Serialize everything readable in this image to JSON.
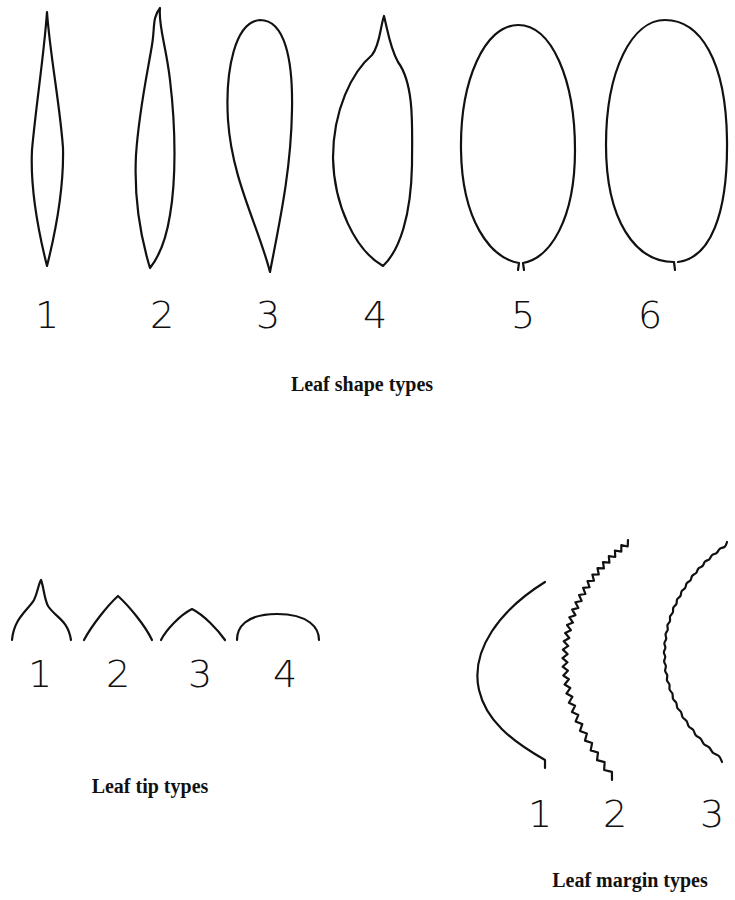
{
  "diagram": {
    "labels": [
      "1",
      "2",
      "3",
      "4",
      "5",
      "6",
      "Leaf shape types",
      "1",
      "2",
      "3",
      "4",
      "Leaf tip types",
      "1",
      "2",
      "3",
      "Leaf margin types"
    ]
  }
}
